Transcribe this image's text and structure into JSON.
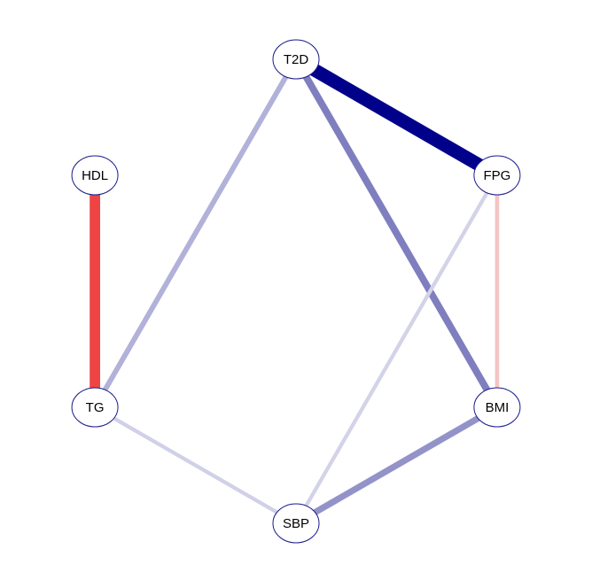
{
  "nodes": [
    {
      "id": "T2D",
      "label": "T2D"
    },
    {
      "id": "FPG",
      "label": "FPG"
    },
    {
      "id": "BMI",
      "label": "BMI"
    },
    {
      "id": "SBP",
      "label": "SBP"
    },
    {
      "id": "TG",
      "label": "TG"
    },
    {
      "id": "HDL",
      "label": "HDL"
    }
  ],
  "edges": [
    {
      "source": "T2D",
      "target": "FPG",
      "color": "#00008b",
      "weight": 1.0
    },
    {
      "source": "T2D",
      "target": "BMI",
      "color": "#7f7fbf",
      "weight": 0.45
    },
    {
      "source": "T2D",
      "target": "TG",
      "color": "#b1b1d9",
      "weight": 0.3
    },
    {
      "source": "FPG",
      "target": "SBP",
      "color": "#d3d3e8",
      "weight": 0.18
    },
    {
      "source": "FPG",
      "target": "BMI",
      "color": "#f4c4c4",
      "weight": 0.2
    },
    {
      "source": "BMI",
      "target": "SBP",
      "color": "#9393c9",
      "weight": 0.4
    },
    {
      "source": "TG",
      "target": "SBP",
      "color": "#d0d0e8",
      "weight": 0.18
    },
    {
      "source": "HDL",
      "target": "TG",
      "color": "#ee4444",
      "weight": 0.75
    }
  ],
  "style": {
    "node_fill": "#ffffff",
    "node_stroke": "#1a1a8c"
  }
}
